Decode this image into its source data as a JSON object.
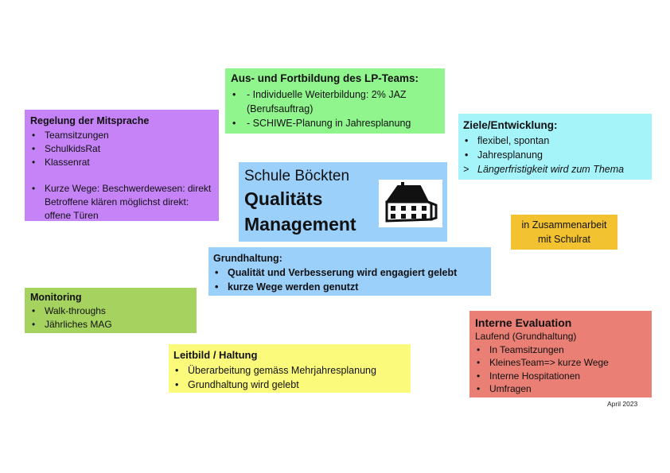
{
  "aus_fortbildung": {
    "title": "Aus- und Fortbildung  des LP-Teams:",
    "items": [
      "- Individuelle Weiterbildung: 2% JAZ (Berufsauftrag)",
      "- SCHIWE-Planung in Jahresplanung"
    ]
  },
  "regelung": {
    "title": "Regelung der Mitsprache",
    "items": [
      "Teamsitzungen",
      "SchulkidsRat",
      "Klassenrat",
      "Kurze Wege: Beschwerdewesen: direkt Betroffene klären möglichst direkt: offene Türen"
    ]
  },
  "ziele": {
    "title": "Ziele/Entwicklung:",
    "items": [
      "flexibel, spontan",
      "Jahresplanung"
    ],
    "arrow_item": "Längerfristigkeit wird zum Thema"
  },
  "center": {
    "school": "Schule Böckten",
    "line1": "Qualitäts",
    "line2": "Management"
  },
  "schulrat": {
    "line1": "in Zusammenarbeit",
    "line2": "mit Schulrat"
  },
  "grundhaltung": {
    "title": "Grundhaltung:",
    "items": [
      "Qualität und Verbesserung wird engagiert gelebt",
      "kurze Wege werden genutzt"
    ]
  },
  "monitoring": {
    "title": "Monitoring",
    "items": [
      "Walk-throughs",
      "Jährliches MAG"
    ]
  },
  "interne_evaluation": {
    "title": "Interne Evaluation",
    "subtitle": "Laufend (Grundhaltung)",
    "items": [
      "In Teamsitzungen",
      "KleinesTeam=> kurze Wege",
      "Interne Hospitationen",
      "Umfragen"
    ]
  },
  "leitbild": {
    "title": "Leitbild / Haltung",
    "items": [
      "Überarbeitung gemäss  Mehrjahresplanung",
      "Grundhaltung wird gelebt"
    ]
  },
  "footer": {
    "date": "April 2023"
  },
  "symbols": {
    "bullet": "•",
    "arrow": ">"
  },
  "colors": {
    "aus_fortbildung": "#8ff58c",
    "regelung": "#c583f7",
    "ziele": "#a5f4fa",
    "center": "#9bd0fb",
    "schulrat": "#f2c230",
    "grundhaltung": "#9bd0fb",
    "monitoring": "#a6d35f",
    "interne_evaluation": "#e97f75",
    "leitbild": "#fcfa7b"
  },
  "icons": {
    "school_house": "house-drawing-icon"
  }
}
